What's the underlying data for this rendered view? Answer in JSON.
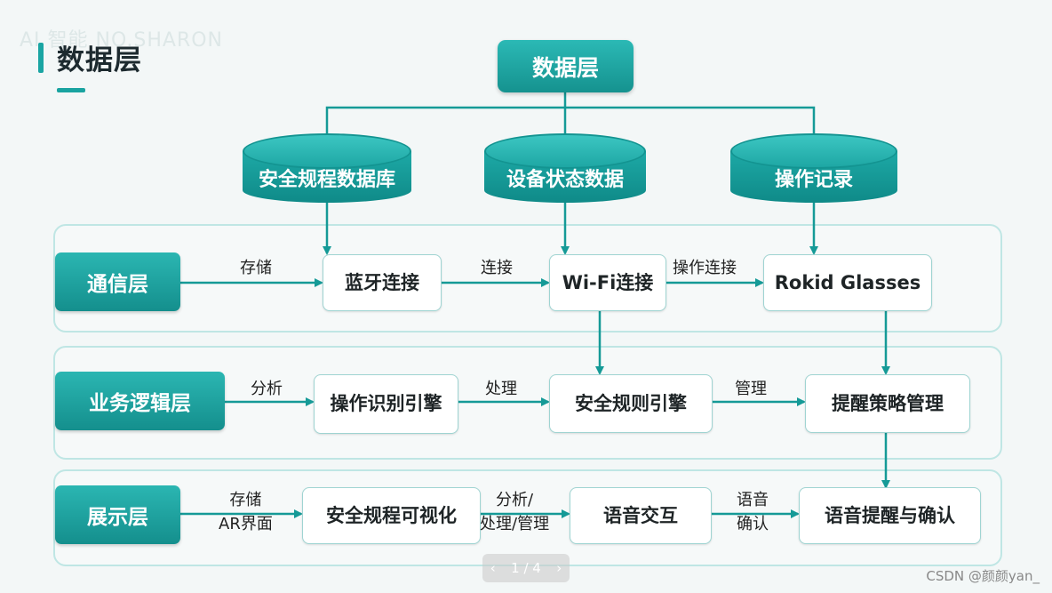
{
  "header": {
    "title": "数据层",
    "ghost_text": "AI 智能 NO.SHARON"
  },
  "top_node": "数据层",
  "databases": [
    "安全规程数据库",
    "设备状态数据",
    "操作记录"
  ],
  "layers": {
    "communication": {
      "label": "通信层",
      "nodes": [
        "蓝牙连接",
        "Wi-Fi连接",
        "Rokid Glasses"
      ],
      "edges": [
        "存储",
        "连接",
        "操作连接"
      ]
    },
    "business": {
      "label": "业务逻辑层",
      "nodes": [
        [
          "操作识别",
          "引擎"
        ],
        "安全规则引擎",
        "提醒策略管理"
      ],
      "edges": [
        "分析",
        "处理",
        "管理"
      ]
    },
    "presentation": {
      "label": "展示层",
      "nodes": [
        "安全规程可视化",
        "语音交互",
        "语音提醒与确认"
      ],
      "edges": [
        [
          "存储",
          "AR界面"
        ],
        [
          "分析/",
          "处理/管理"
        ],
        [
          "语音",
          "确认"
        ]
      ]
    }
  },
  "pager": {
    "prev": "‹",
    "text": "1 / 4",
    "next": "›"
  },
  "watermark": "CSDN @颜颜yan_",
  "colors": {
    "accent": "#1aa5a3",
    "arrow": "#159a97",
    "panel_border": "#bfe6e4"
  }
}
